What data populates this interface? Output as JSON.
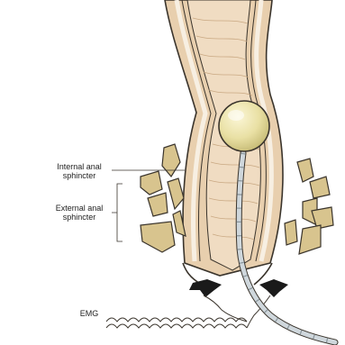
{
  "labels": {
    "internal_line1": "Internal anal",
    "internal_line2": "sphincter",
    "external_line1": "External anal",
    "external_line2": "sphincter",
    "emg": "EMG"
  },
  "colors": {
    "background": "#ffffff",
    "tissue": "#e8cfae",
    "tissue_inner": "#f0dcc2",
    "wall_stripe": "#f7efe2",
    "outline": "#3a342c",
    "muscle": "#d8c48e",
    "balloon": "#e9e0a4",
    "catheter": "#cfd7dc",
    "electrode": "#1a1a1a"
  }
}
